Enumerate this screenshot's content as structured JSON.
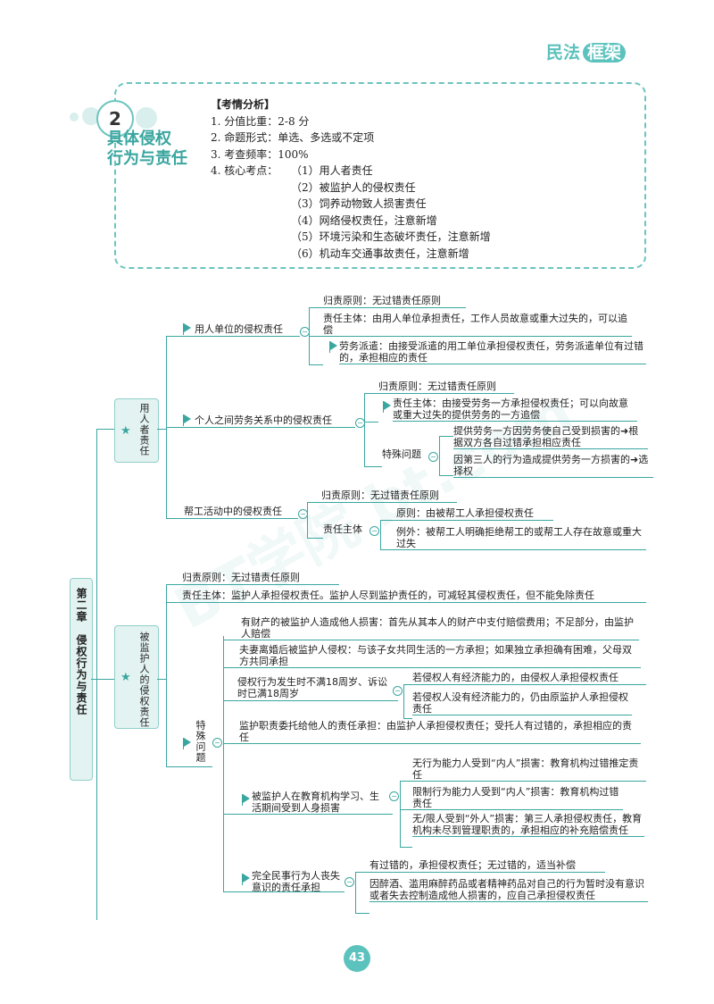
{
  "header": {
    "brand_a": "民法",
    "brand_b": "框架"
  },
  "chapter": {
    "number": "2",
    "title_line1": "具体侵权",
    "title_line2": "行为与责任"
  },
  "analysis": {
    "heading": "【考情分析】",
    "line1": "1. 分值比重：2-8 分",
    "line2": "2. 命题形式：单选、多选或不定项",
    "line3": "3. 考查频率：100%",
    "line4": "4. 核心考点：",
    "points": [
      "（1）用人者责任",
      "（2）被监护人的侵权责任",
      "（3）饲养动物致人损害责任",
      "（4）网络侵权责任，注意新增",
      "（5）环境污染和生态破坏责任，注意新增",
      "（6）机动车交通事故责任，注意新增"
    ]
  },
  "watermark": "BT学院 bt.com",
  "root_label": "第二章　侵权行为与责任",
  "employer": {
    "label": "用人者责任",
    "b1": {
      "title": "用人单位的侵权责任",
      "r1": "归责原则：无过错责任原则",
      "r2": "责任主体：由用人单位承担责任，工作人员故意或重大过失的，可以追偿",
      "r3": "劳务派遣：由接受派遣的用工单位承担侵权责任，劳务派遣单位有过错的，承担相应的责任"
    },
    "b2": {
      "title": "个人之间劳务关系中的侵权责任",
      "r1": "归责原则：无过错责任原则",
      "r2": "责任主体：由接受劳务一方承担侵权责任；可以向故意或重大过失的提供劳务的一方追偿",
      "sp": "特殊问题",
      "sp1": "提供劳务一方因劳务使自己受到损害的➜根据双方各自过错承担相应责任",
      "sp2": "因第三人的行为造成提供劳务一方损害的➜选择权"
    },
    "b3": {
      "title": "帮工活动中的侵权责任",
      "r1": "归责原则：无过错责任原则",
      "subj": "责任主体",
      "s1": "原则：由被帮工人承担侵权责任",
      "s2": "例外：被帮工人明确拒绝帮工的或帮工人存在故意或重大过失"
    }
  },
  "guardian": {
    "label": "被监护人的侵权责任",
    "r1": "归责原则：无过错责任原则",
    "r2": "责任主体：监护人承担侵权责任。监护人尽到监护责任的，可减轻其侵权责任，但不能免除责任",
    "sp": "特殊问题",
    "i1": "有财产的被监护人造成他人损害：首先从其本人的财产中支付赔偿费用；不足部分，由监护人赔偿",
    "i2": "夫妻离婚后被监护人侵权：与该子女共同生活的一方承担；如果独立承担确有困难，父母双方共同承担",
    "i3": "侵权行为发生时不满18周岁、诉讼时已满18周岁",
    "i3a": "若侵权人有经济能力的，由侵权人承担侵权责任",
    "i3b": "若侵权人没有经济能力的，仍由原监护人承担侵权责任",
    "i4": "监护职责委托给他人的责任承担：由监护人承担侵权责任；受托人有过错的，承担相应的责任",
    "i5": "被监护人在教育机构学习、生活期间受到人身损害",
    "i5a": "无行为能力人受到“内人”损害：教育机构过错推定责任",
    "i5b": "限制行为能力人受到“内人”损害：教育机构过错责任",
    "i5c": "无/限人受到“外人”损害：第三人承担侵权责任，教育机构未尽到管理职责的，承担相应的补充赔偿责任",
    "i6": "完全民事行为人丧失意识的责任承担",
    "i6a": "有过错的，承担侵权责任；无过错的，适当补偿",
    "i6b": "因醉酒、滥用麻醉药品或者精神药品对自己的行为暂时没有意识或者失去控制造成他人损害的，应自己承担侵权责任"
  },
  "page_number": "43",
  "colors": {
    "accent": "#3aa6a0",
    "light": "#e3f3f1",
    "brand": "#5cc2bd"
  }
}
